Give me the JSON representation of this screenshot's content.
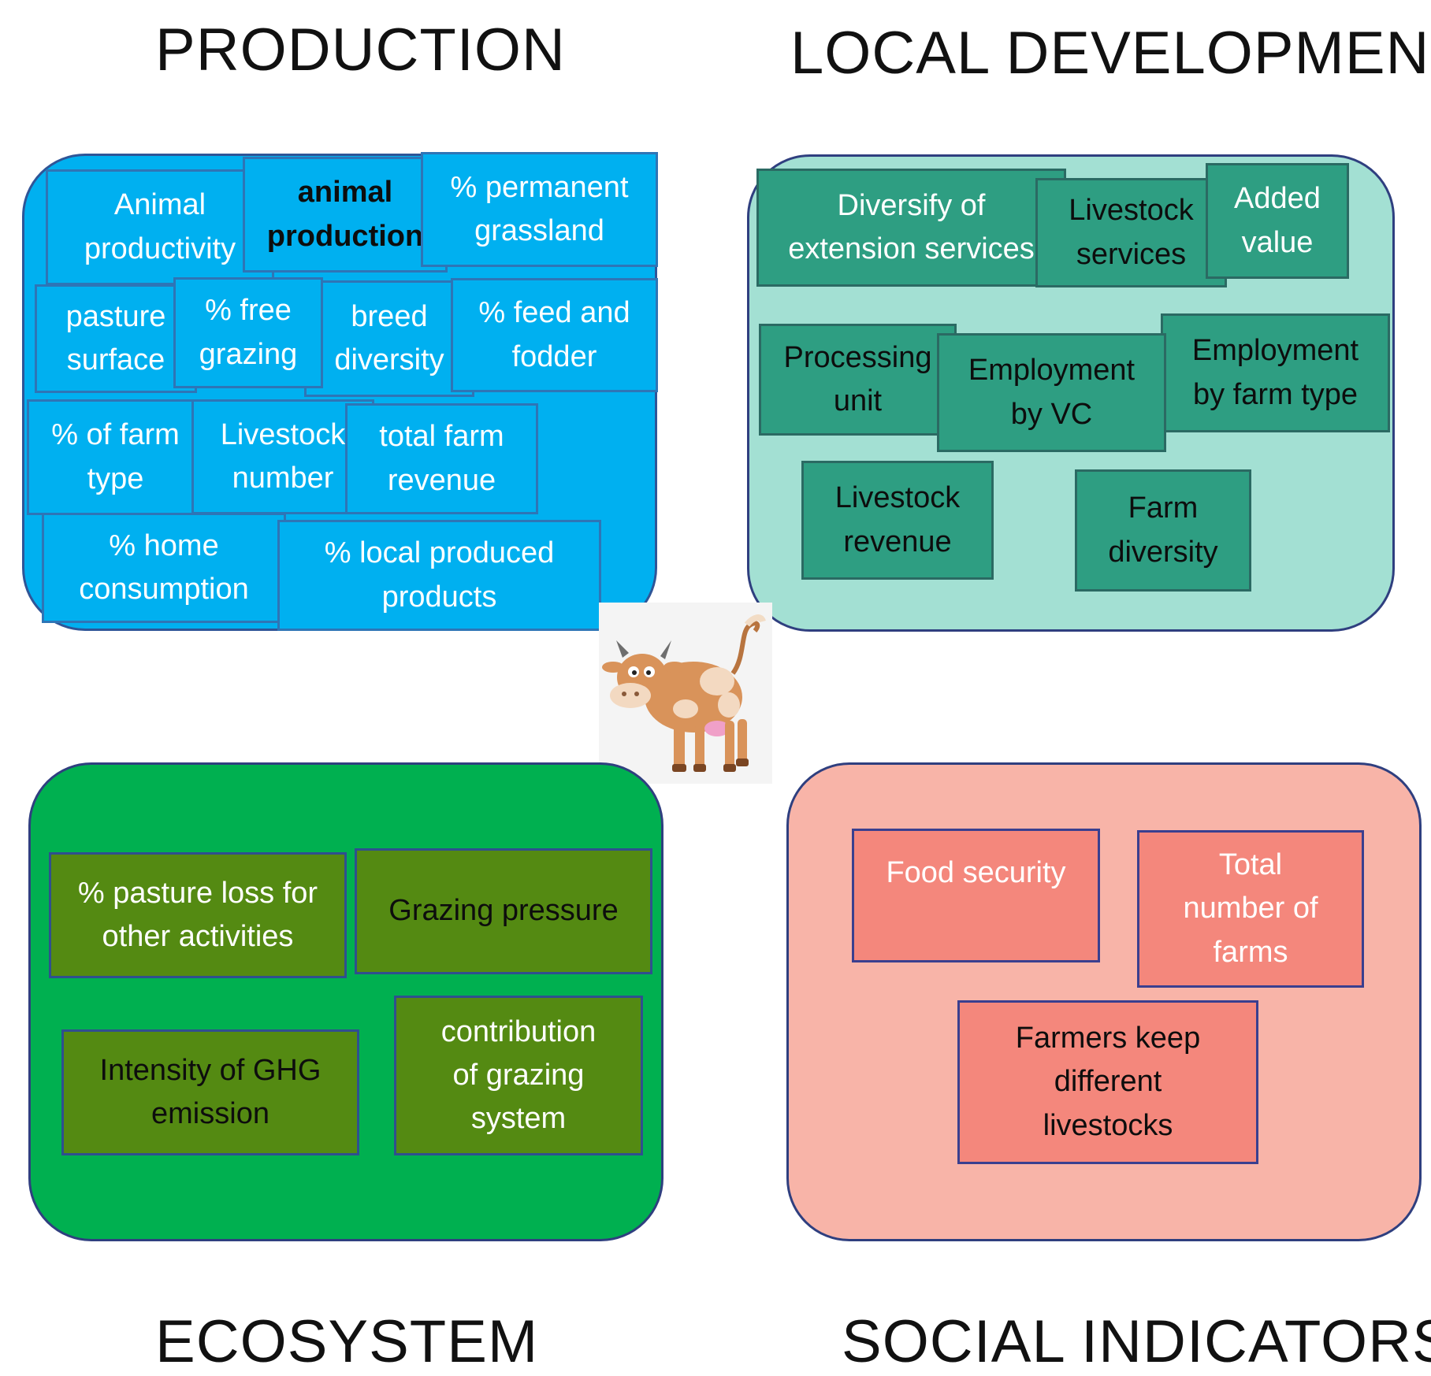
{
  "headings": {
    "production": "PRODUCTION",
    "local_development": "LOCAL DEVELOPMENT",
    "ecosystem": "ECOSYSTEM",
    "social_indicators": "SOCIAL INDICATORS"
  },
  "colors": {
    "production_panel": "#00b0f0",
    "local_panel": "#a3e0d3",
    "local_box": "#2e9e82",
    "ecosystem_panel": "#00b050",
    "ecosystem_box": "#548a12",
    "social_panel": "#f8b4a8",
    "social_box": "#f4877c"
  },
  "center_image": {
    "icon": "cow-icon"
  },
  "production": {
    "items": [
      "Animal\nproductivity",
      "animal\nproduction",
      "% permanent\ngrassland",
      "pasture\nsurface",
      "% free\ngrazing",
      "breed\ndiversity",
      "% feed and\nfodder",
      "% of farm\ntype",
      "Livestock\nnumber",
      "total farm\nrevenue",
      "% home\nconsumption",
      "% local produced\nproducts"
    ]
  },
  "local_development": {
    "items": [
      "Diversify of\nextension services",
      "Livestock\nservices",
      "Added\nvalue",
      "Processing\nunit",
      "Employment\nby VC",
      "Employment\nby farm type",
      "Livestock\nrevenue",
      "Farm\ndiversity"
    ]
  },
  "ecosystem": {
    "items": [
      "% pasture loss for\nother activities",
      "Grazing pressure",
      "Intensity of GHG\nemission",
      "contribution\nof grazing\nsystem"
    ]
  },
  "social_indicators": {
    "items": [
      "Food security",
      "Total\nnumber of\nfarms",
      "Farmers keep\ndifferent\nlivestocks"
    ]
  }
}
